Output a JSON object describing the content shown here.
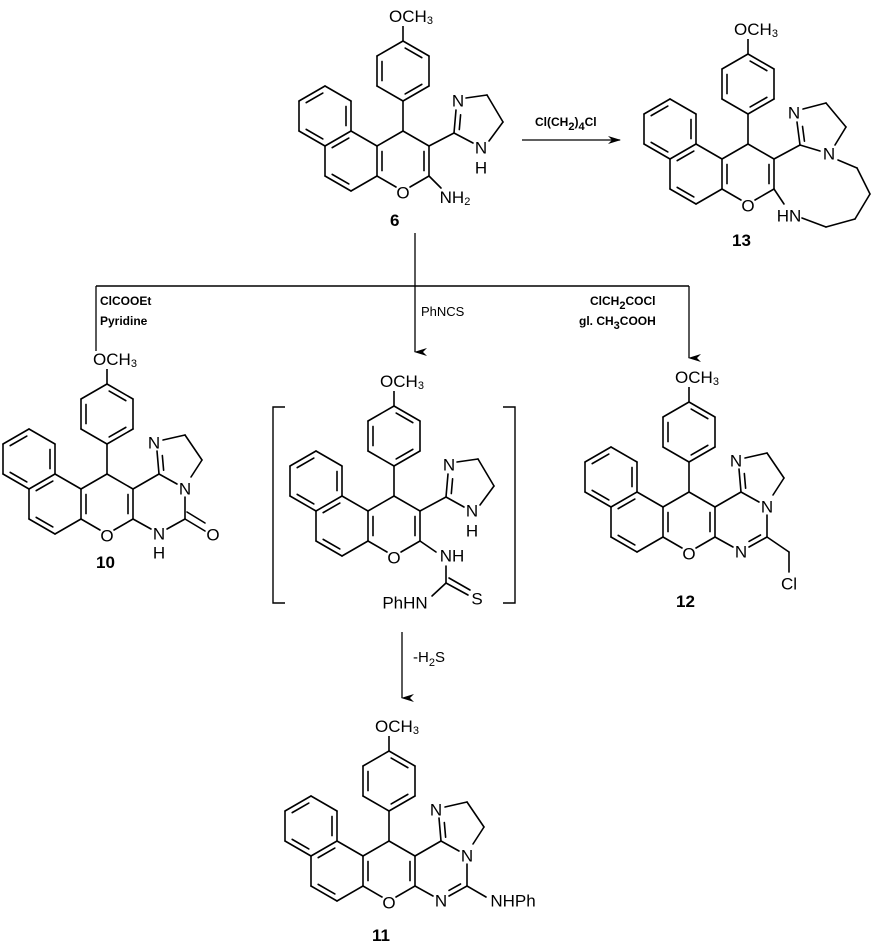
{
  "scheme": {
    "compounds": [
      {
        "id": "6",
        "label": "6",
        "substituent_top": "OCH3",
        "amine": "NH2",
        "imidazoline": "2-imidazolinyl (N, NH)"
      },
      {
        "id": "13",
        "label": "13",
        "substituent_top": "OCH3",
        "ring_atoms": [
          "N",
          "N",
          "HN"
        ]
      },
      {
        "id": "10",
        "label": "10",
        "substituent_top": "OCH3",
        "ring_atoms": [
          "N",
          "N",
          "N-H",
          "O"
        ]
      },
      {
        "id": "intermediate",
        "label": "",
        "substituent_top": "OCH3",
        "groups": [
          "N",
          "N-H",
          "NH",
          "PhHN",
          "S"
        ]
      },
      {
        "id": "12",
        "label": "12",
        "substituent_top": "OCH3",
        "ring_atoms": [
          "N",
          "N",
          "N",
          "Cl"
        ]
      },
      {
        "id": "11",
        "label": "11",
        "substituent_top": "OCH3",
        "ring_atoms": [
          "N",
          "N",
          "N",
          "NHPh"
        ]
      }
    ],
    "reagents": {
      "to_13": "Cl(CH2)4Cl",
      "to_10_line1": "ClCOOEt",
      "to_10_line2": "Pyridine",
      "to_intermediate": "PhNCS",
      "to_12_line1": "ClCH2COCl",
      "to_12_line2": "gl. CH3COOH",
      "to_11": "-H2S"
    },
    "atom_labels": {
      "methoxy": "OCH",
      "methoxy_sub": "3",
      "oxygen": "O",
      "nitrogen": "N",
      "hydrogen": "H",
      "amine": "NH",
      "amine_sub": "2",
      "hn": "HN",
      "nh": "NH",
      "phhn": "PhHN",
      "sulfur": "S",
      "chlorine": "Cl",
      "nhph": "NHPh"
    },
    "reagent_parts": {
      "r13_a": "Cl(CH",
      "r13_s1": "2",
      "r13_b": ")",
      "r13_s2": "4",
      "r13_c": "Cl",
      "r12_a": "ClCH",
      "r12_s1": "2",
      "r12_b": "COCl",
      "r12_c": "gl. CH",
      "r12_s2": "3",
      "r12_d": "COOH",
      "rh2s_a": "-H",
      "rh2s_s": "2",
      "rh2s_b": "S"
    }
  }
}
